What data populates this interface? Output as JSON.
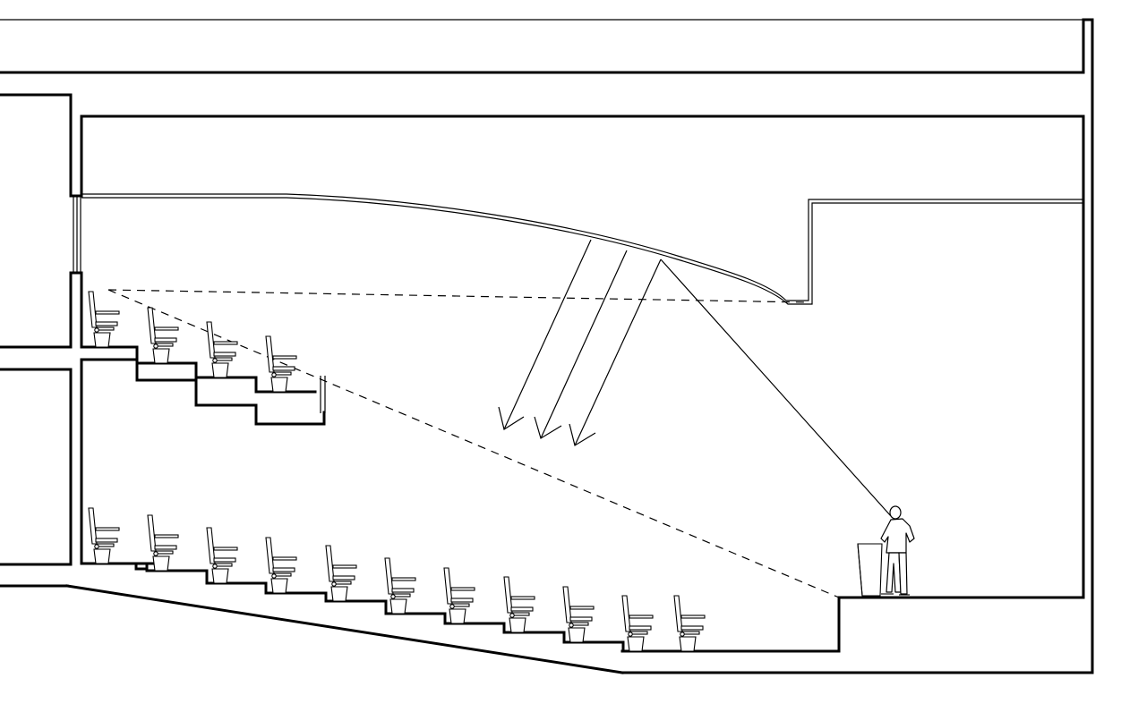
{
  "drawing": {
    "type": "auditorium-section",
    "balcony_seat_count": 4,
    "main_floor_seat_count": 11,
    "reflection_arrow_count": 3,
    "colors": {
      "line": "#000000",
      "background": "#ffffff"
    }
  }
}
